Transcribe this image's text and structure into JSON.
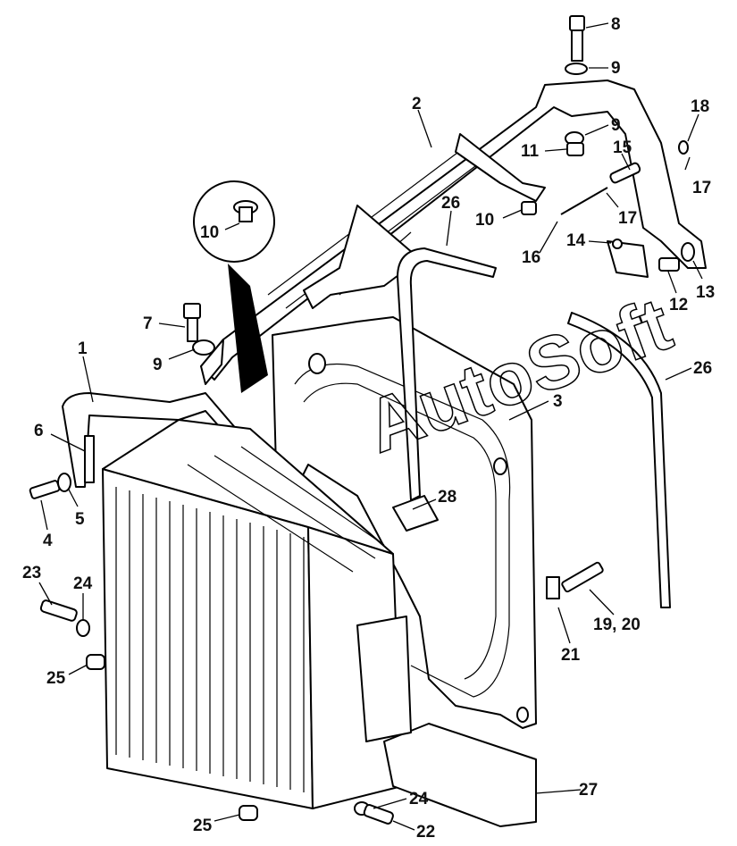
{
  "watermark": "AutoSoft",
  "callouts": [
    {
      "id": "c8",
      "label": "8"
    },
    {
      "id": "c9a",
      "label": "9"
    },
    {
      "id": "c2",
      "label": "2"
    },
    {
      "id": "c9b",
      "label": "9"
    },
    {
      "id": "c18",
      "label": "18"
    },
    {
      "id": "c11",
      "label": "11"
    },
    {
      "id": "c15",
      "label": "15"
    },
    {
      "id": "c17a",
      "label": "17"
    },
    {
      "id": "c26a",
      "label": "26"
    },
    {
      "id": "c10a",
      "label": "10"
    },
    {
      "id": "c17b",
      "label": "17"
    },
    {
      "id": "c10b",
      "label": "10"
    },
    {
      "id": "c14",
      "label": "14"
    },
    {
      "id": "c16",
      "label": "16"
    },
    {
      "id": "c13",
      "label": "13"
    },
    {
      "id": "c12",
      "label": "12"
    },
    {
      "id": "c7",
      "label": "7"
    },
    {
      "id": "c9c",
      "label": "9"
    },
    {
      "id": "c1",
      "label": "1"
    },
    {
      "id": "c26b",
      "label": "26"
    },
    {
      "id": "c3",
      "label": "3"
    },
    {
      "id": "c6",
      "label": "6"
    },
    {
      "id": "c28",
      "label": "28"
    },
    {
      "id": "c5",
      "label": "5"
    },
    {
      "id": "c4",
      "label": "4"
    },
    {
      "id": "c23",
      "label": "23"
    },
    {
      "id": "c24a",
      "label": "24"
    },
    {
      "id": "c19",
      "label": "19, 20"
    },
    {
      "id": "c21",
      "label": "21"
    },
    {
      "id": "c25a",
      "label": "25"
    },
    {
      "id": "c27",
      "label": "27"
    },
    {
      "id": "c24b",
      "label": "24"
    },
    {
      "id": "c25b",
      "label": "25"
    },
    {
      "id": "c22",
      "label": "22"
    }
  ]
}
